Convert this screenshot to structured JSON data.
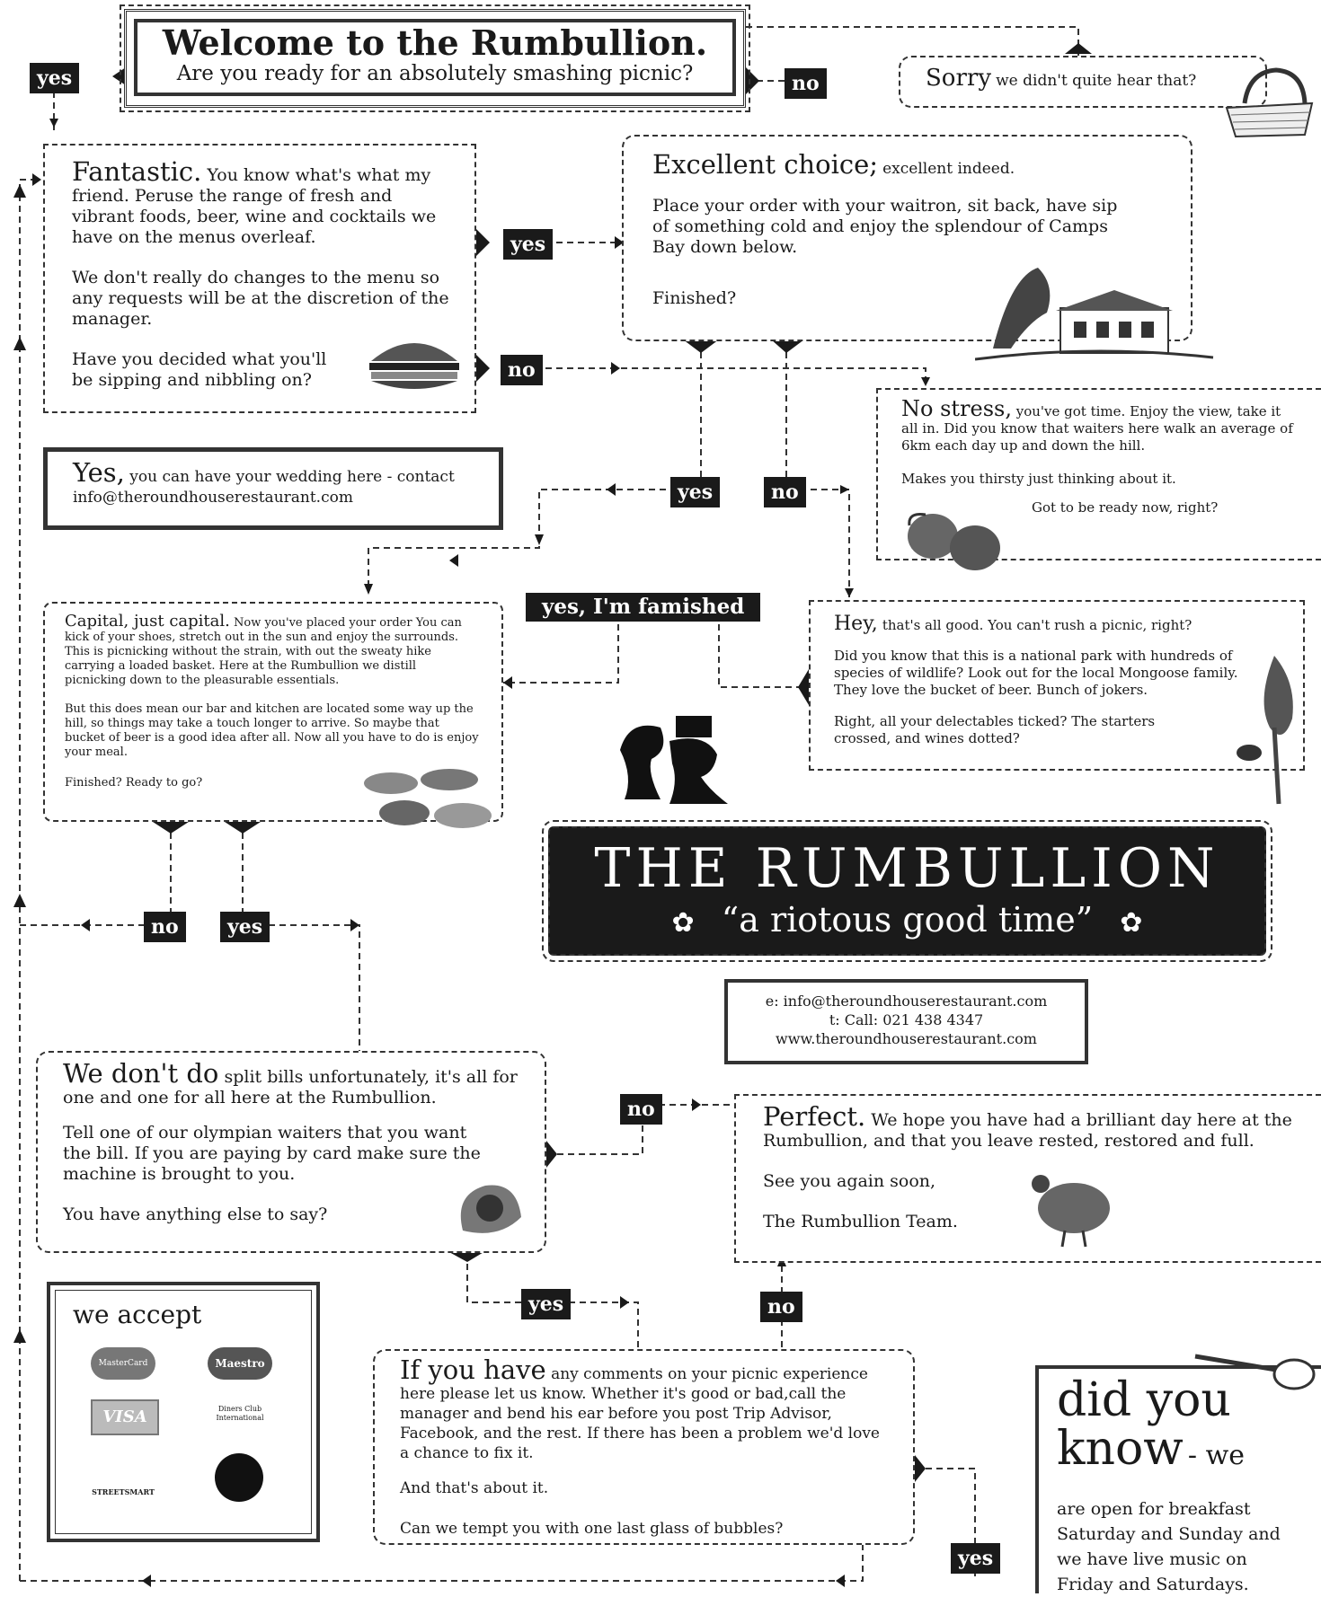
{
  "welcome": {
    "title": "Welcome to the Rumbullion.",
    "subtitle": "Are you ready for an absolutely smashing picnic?"
  },
  "sorry": {
    "lead": "Sorry",
    "text": "we didn't quite hear that?"
  },
  "fantastic": {
    "lead": "Fantastic.",
    "p1": "You know what's what my friend. Peruse the range of fresh and vibrant foods, beer, wine and cocktails we have on the menus overleaf.",
    "p2": "We don't really do changes to the menu so any requests will be at the discretion of the manager.",
    "p3": "Have you decided what you'll be sipping and nibbling on?"
  },
  "excellent": {
    "lead": "Excellent choice;",
    "lead_small": "excellent indeed.",
    "p1": "Place your order with your waitron, sit back, have sip of something cold and enjoy the splendour of Camps Bay down below.",
    "p2": "Finished?"
  },
  "nostress": {
    "lead": "No stress,",
    "p1": "you've got time. Enjoy the view, take it all in. Did you know that waiters here walk an average of 6km each day up and down the hill.",
    "p2": "Makes you thirsty just thinking about it.",
    "p3": "Got to be ready now, right?"
  },
  "wedding": {
    "lead": "Yes,",
    "text": "you can have your wedding here - contact info@theroundhouserestaurant.com"
  },
  "capital": {
    "lead": "Capital, just capital.",
    "p1": "Now you've placed your order You can kick of your shoes, stretch out in the sun and enjoy the surrounds. This is picnicking without the strain, with out the sweaty hike carrying a loaded basket. Here at the Rumbullion we distill picnicking down to the pleasurable essentials.",
    "p2": "But this does mean our bar and kitchen are located some way up the hill, so things may take a touch longer to arrive. So maybe that bucket of beer is a good idea after all. Now all you have to do is enjoy your meal.",
    "p3": "Finished? Ready to go?"
  },
  "hey": {
    "lead": "Hey,",
    "lead_small": "that's all good. You can't rush a picnic, right?",
    "p1": "Did you know that this is a national park with hundreds of species of wildlife? Look out for the local Mongoose family. They love the bucket of beer. Bunch of jokers.",
    "p2": "Right, all your delectables ticked? The starters crossed, and wines dotted?"
  },
  "famished": "yes, I'm famished",
  "brand": {
    "name": "THE RUMBULLION",
    "tagline": "“a riotous good time”"
  },
  "contact": {
    "email": "e: info@theroundhouserestaurant.com",
    "phone": "t: Call: 021 438 4347",
    "web": "www.theroundhouserestaurant.com"
  },
  "splitbills": {
    "lead": "We don't do",
    "p1": "split bills unfortunately, it's all for one and one for all here at the Rumbullion.",
    "p2": "Tell one of our olympian waiters that you want the bill. If you are paying by card make sure the machine is brought to you.",
    "p3": "You have anything else to say?"
  },
  "perfect": {
    "lead": "Perfect.",
    "p1": "We hope you have had a brilliant day here at the Rumbullion, and that you leave rested, restored and full.",
    "p2": "See you again soon,",
    "p3": "The Rumbullion Team."
  },
  "accept": {
    "title": "we accept",
    "cards": [
      "MasterCard",
      "Maestro",
      "VISA",
      "Diners Club International",
      "STREETSMART",
      ""
    ]
  },
  "ifyouhave": {
    "lead": "If you have",
    "p1": "any comments on your picnic experience here please let us know. Whether it's good or bad,call the manager and bend his ear before you post Trip Advisor, Facebook, and the rest. If there has been a problem we'd love a chance to fix it.",
    "p2": "And that's about it.",
    "p3": "Can we tempt you with one last glass of bubbles?"
  },
  "didyouknow": {
    "line1": "did you",
    "line2": "know",
    "line2b": "- we",
    "text": "are open for breakfast Saturday and Sunday and we have live music on Friday and Saturdays."
  },
  "labels": {
    "yes": "yes",
    "no": "no"
  }
}
